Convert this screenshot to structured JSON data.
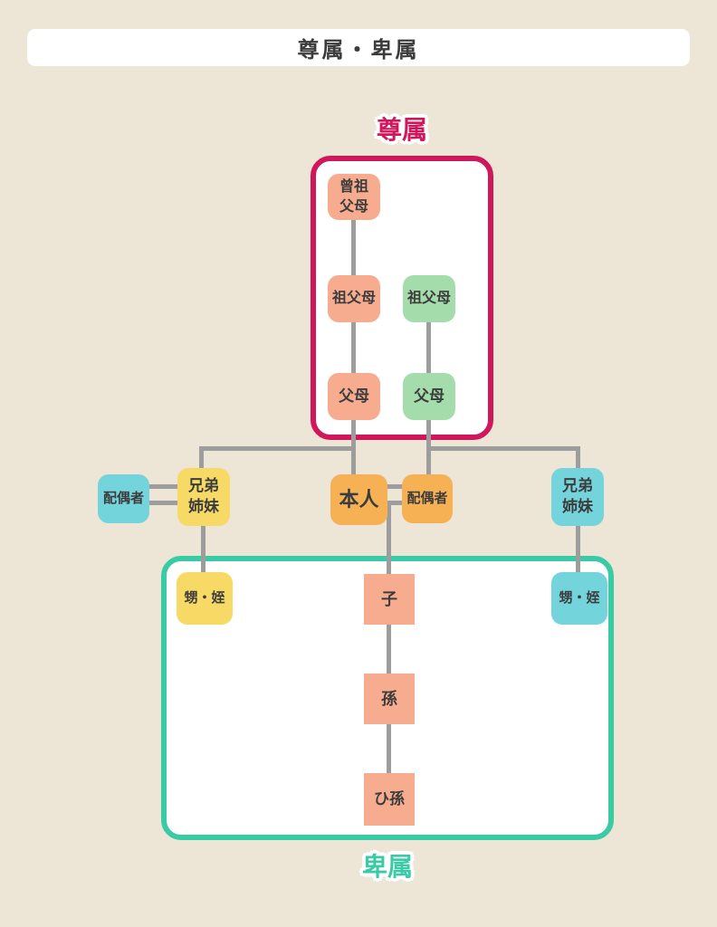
{
  "page": {
    "title": "尊属・卑属",
    "background_color": "#EDE5D6"
  },
  "groups": {
    "ascendants": {
      "label": "尊属",
      "border_color": "#D0175B"
    },
    "descendants": {
      "label": "卑属",
      "border_color": "#3BCAA6"
    }
  },
  "nodes": {
    "great_grandparents": {
      "line1": "曾祖",
      "line2": "父母",
      "color": "#F7AC90"
    },
    "grandparents_self": {
      "label": "祖父母",
      "color": "#F7AC90"
    },
    "grandparents_spouse": {
      "label": "祖父母",
      "color": "#A5DCAC"
    },
    "parents_self": {
      "label": "父母",
      "color": "#F7AC90"
    },
    "parents_spouse": {
      "label": "父母",
      "color": "#A5DCAC"
    },
    "self": {
      "label": "本人",
      "color": "#F6B155"
    },
    "spouse": {
      "label": "配偶者",
      "color": "#F6B155"
    },
    "siblings_left": {
      "line1": "兄弟",
      "line2": "姉妹",
      "color": "#F7DA66"
    },
    "siblings_spouse": {
      "label": "配偶者",
      "color": "#74D4DC"
    },
    "siblings_right": {
      "line1": "兄弟",
      "line2": "姉妹",
      "color": "#74D4DC"
    },
    "nephew_niece_left": {
      "label": "甥・姪",
      "color": "#F7DA66"
    },
    "nephew_niece_right": {
      "label": "甥・姪",
      "color": "#74D4DC"
    },
    "child": {
      "label": "子",
      "color": "#F7AC90"
    },
    "grandchild": {
      "label": "孫",
      "color": "#F7AC90"
    },
    "great_grandchild": {
      "label": "ひ孫",
      "color": "#F7AC90"
    }
  },
  "connector_color": "#9D9D9D"
}
